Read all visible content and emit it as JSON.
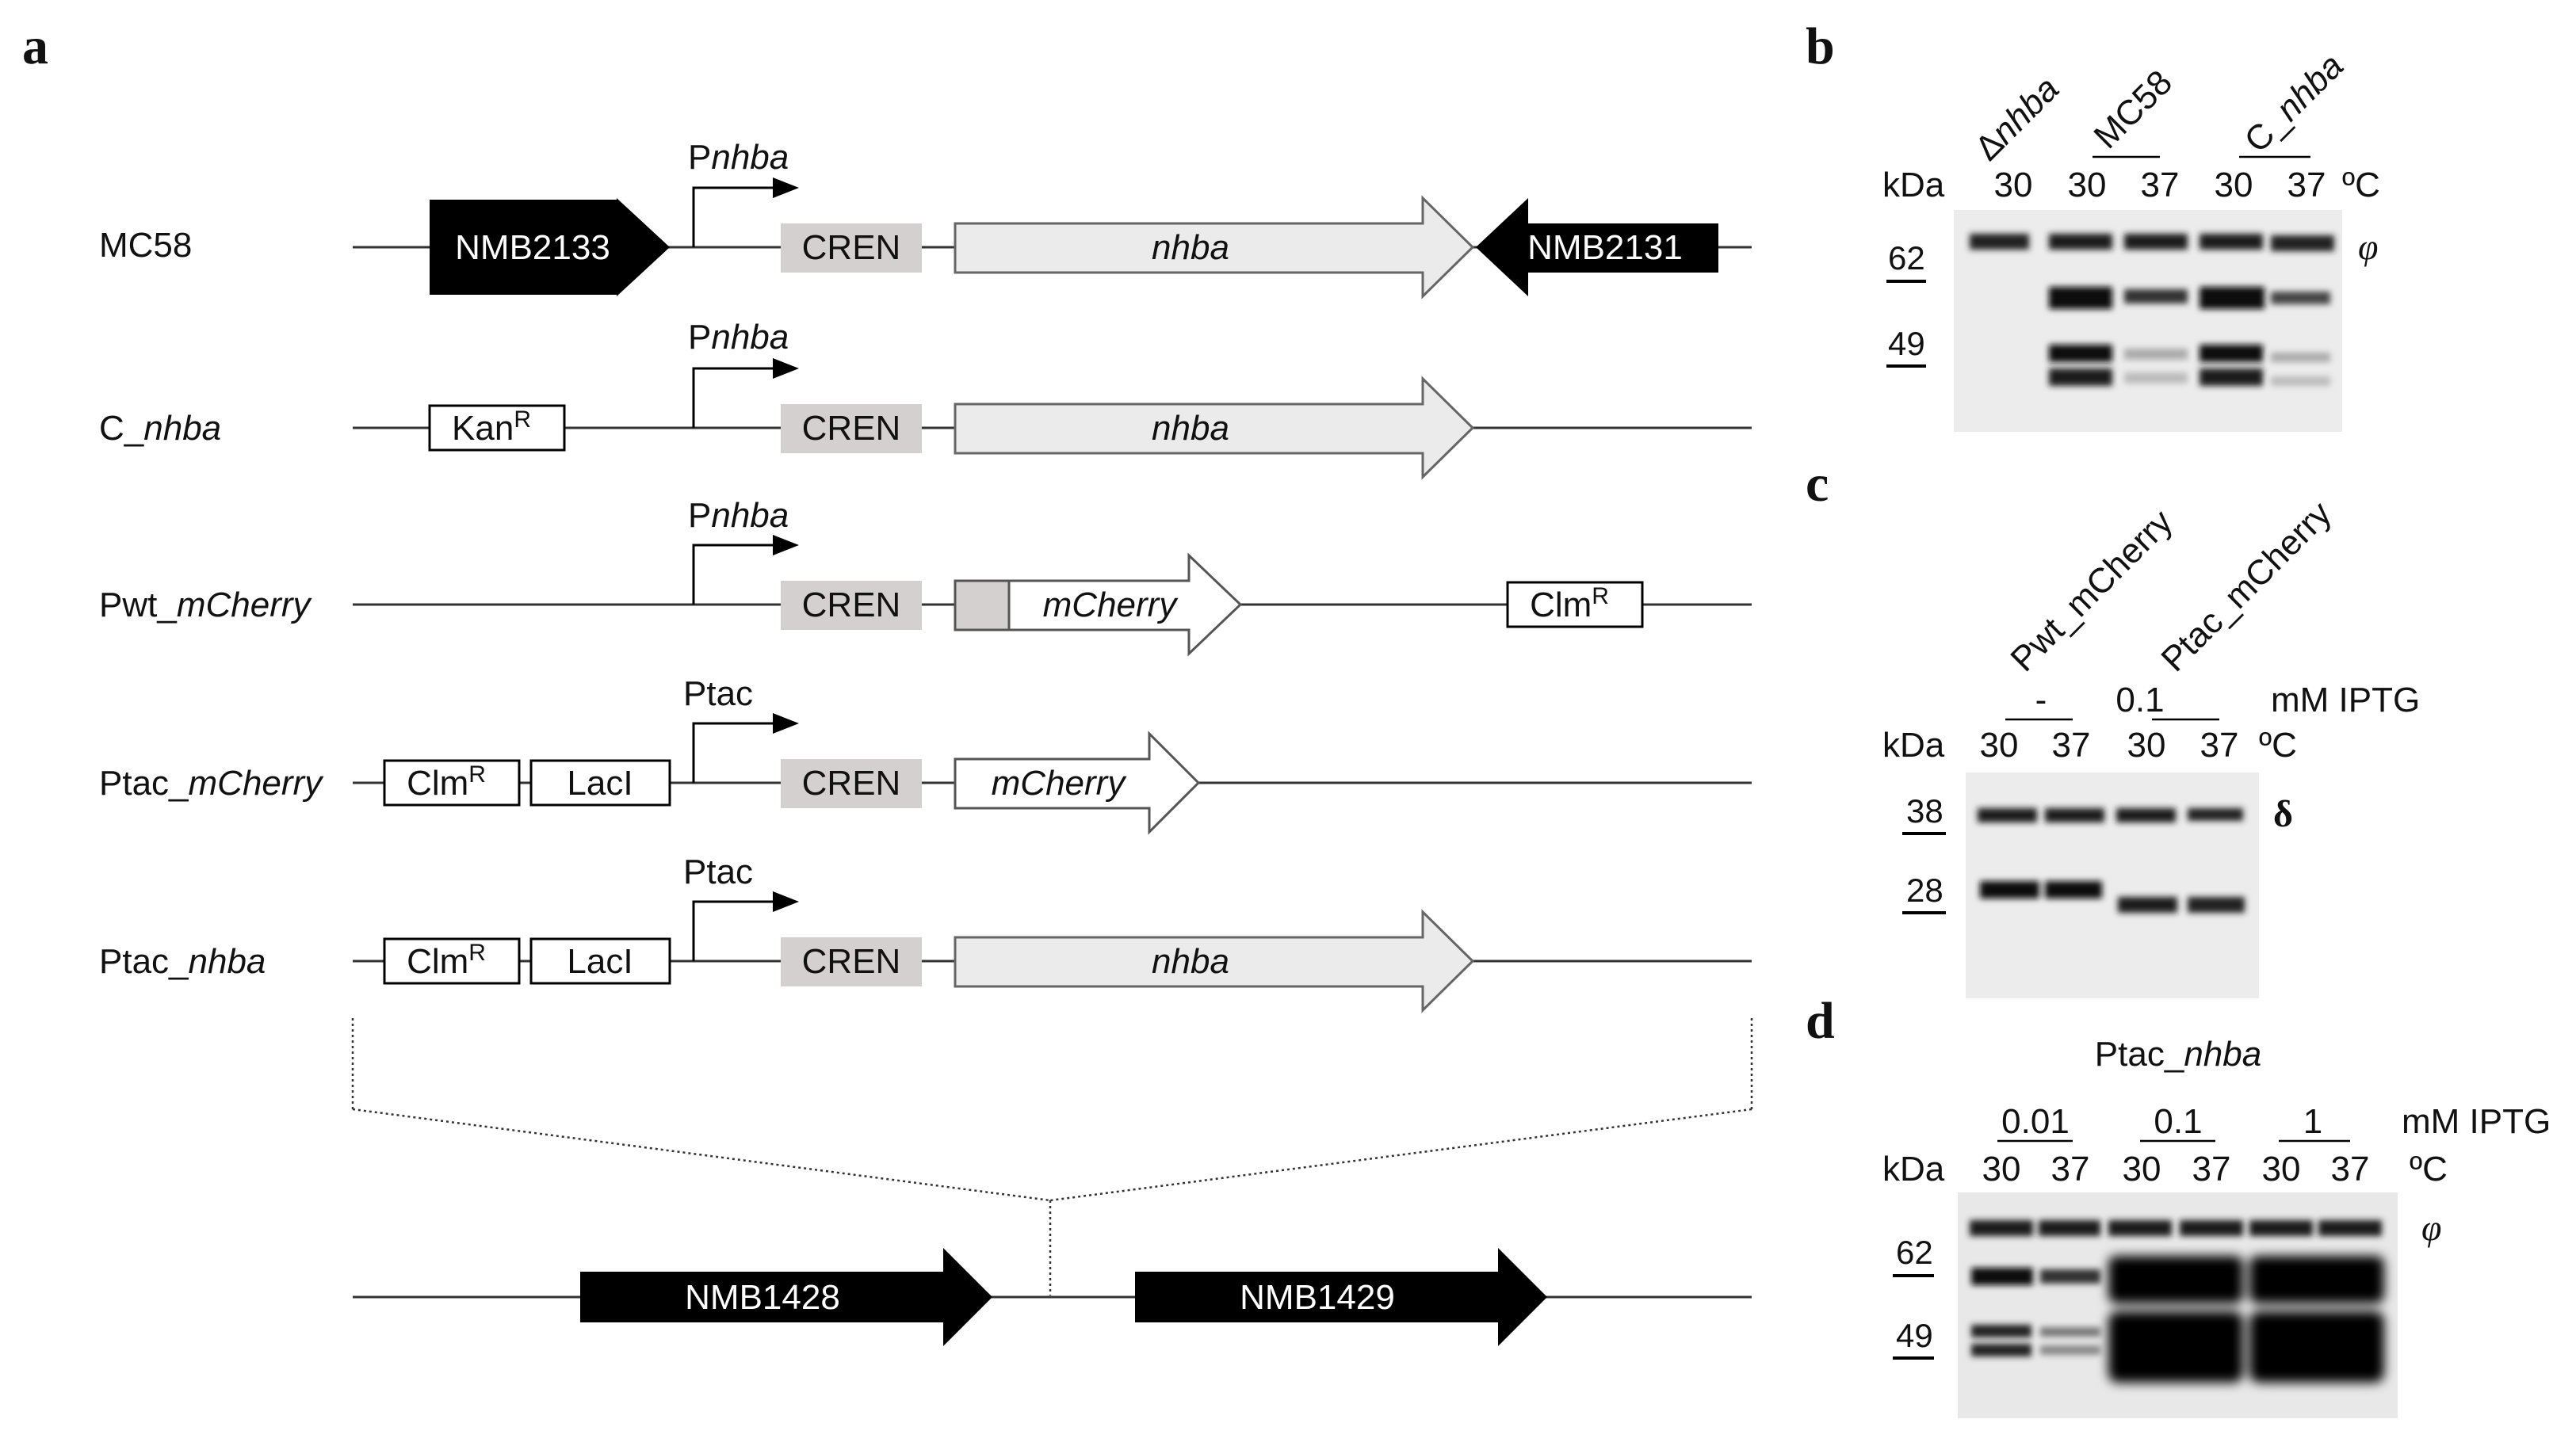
{
  "panel_a": {
    "letter": "a",
    "constructs": [
      {
        "label": "MC58",
        "label_italic": ""
      },
      {
        "label": "C_",
        "label_italic": "nhba"
      },
      {
        "label": "Pwt_",
        "label_italic": "mCherry"
      },
      {
        "label": "Ptac_",
        "label_italic": "mCherry"
      },
      {
        "label": "Ptac_",
        "label_italic": "nhba"
      }
    ],
    "promoter_pnhba": {
      "prefix": "P",
      "italic": "nhba"
    },
    "promoter_ptac": "Ptac",
    "cren": "CREN",
    "nhba": "nhba",
    "mcherry": "mCherry",
    "nmb2133": "NMB2133",
    "nmb2131": "NMB2131",
    "kan": {
      "base": "Kan",
      "sup": "R"
    },
    "clm": {
      "base": "Clm",
      "sup": "R"
    },
    "laci": "LacI",
    "nmb1428": "NMB1428",
    "nmb1429": "NMB1429"
  },
  "panel_b": {
    "letter": "b",
    "lane_titles": [
      {
        "prefix": "Δ",
        "italic": "nhba"
      },
      {
        "prefix": "MC58",
        "italic": ""
      },
      {
        "prefix": "C_",
        "italic": "nhba"
      }
    ],
    "kda": "kDa",
    "temps": [
      "30",
      "30",
      "37",
      "30",
      "37"
    ],
    "temp_unit": "ºC",
    "markers": [
      "62",
      "49"
    ],
    "band_symbol": "φ"
  },
  "panel_c": {
    "letter": "c",
    "lane_titles": [
      "Pwt_mCherry",
      "Ptac_mCherry"
    ],
    "iptg": [
      "-",
      "0.1"
    ],
    "iptg_unit": "mM IPTG",
    "kda": "kDa",
    "temps": [
      "30",
      "37",
      "30",
      "37"
    ],
    "temp_unit": "ºC",
    "markers": [
      "38",
      "28"
    ],
    "band_symbol": "δ"
  },
  "panel_d": {
    "letter": "d",
    "title": {
      "prefix": "Ptac_",
      "italic": "nhba"
    },
    "iptg": [
      "0.01",
      "0.1",
      "1"
    ],
    "iptg_unit": "mM IPTG",
    "kda": "kDa",
    "temps": [
      "30",
      "37",
      "30",
      "37",
      "30",
      "37"
    ],
    "temp_unit": "ºC",
    "markers": [
      "62",
      "49"
    ],
    "band_symbol": "φ"
  }
}
